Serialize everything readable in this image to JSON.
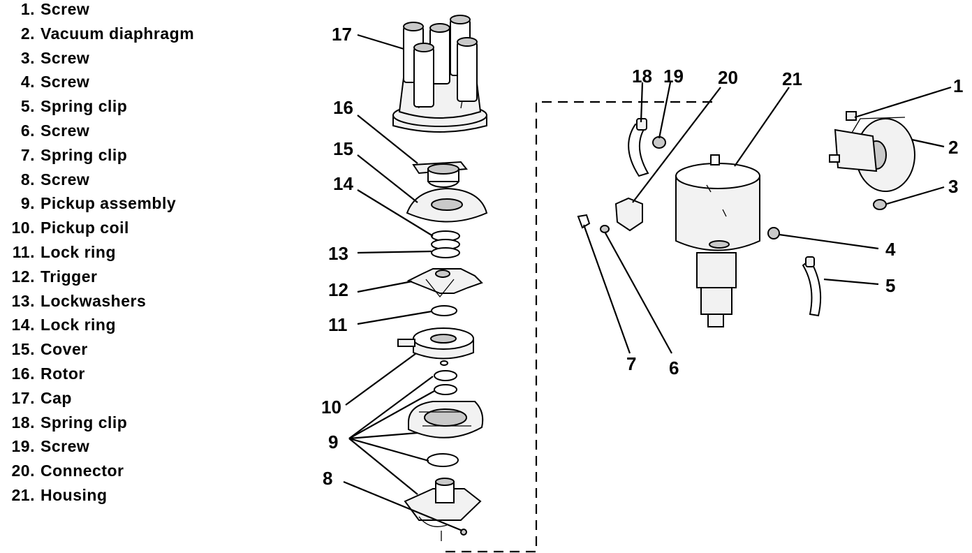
{
  "legend": [
    {
      "num": "1.",
      "label": "Screw"
    },
    {
      "num": "2.",
      "label": "Vacuum diaphragm"
    },
    {
      "num": "3.",
      "label": "Screw"
    },
    {
      "num": "4.",
      "label": "Screw"
    },
    {
      "num": "5.",
      "label": "Spring clip"
    },
    {
      "num": "6.",
      "label": "Screw"
    },
    {
      "num": "7.",
      "label": "Spring clip"
    },
    {
      "num": "8.",
      "label": "Screw"
    },
    {
      "num": "9.",
      "label": "Pickup assembly"
    },
    {
      "num": "10.",
      "label": "Pickup coil"
    },
    {
      "num": "11.",
      "label": "Lock ring"
    },
    {
      "num": "12.",
      "label": "Trigger"
    },
    {
      "num": "13.",
      "label": "Lockwashers"
    },
    {
      "num": "14.",
      "label": "Lock ring"
    },
    {
      "num": "15.",
      "label": "Cover"
    },
    {
      "num": "16.",
      "label": "Rotor"
    },
    {
      "num": "17.",
      "label": "Cap"
    },
    {
      "num": "18.",
      "label": "Spring clip"
    },
    {
      "num": "19.",
      "label": "Screw"
    },
    {
      "num": "20.",
      "label": "Connector"
    },
    {
      "num": "21.",
      "label": "Housing"
    }
  ],
  "callouts": {
    "c1": "1",
    "c2": "2",
    "c3": "3",
    "c4": "4",
    "c5": "5",
    "c6": "6",
    "c7": "7",
    "c8": "8",
    "c9": "9",
    "c10": "10",
    "c11": "11",
    "c12": "12",
    "c13": "13",
    "c14": "14",
    "c15": "15",
    "c16": "16",
    "c17": "17",
    "c18": "18",
    "c19": "19",
    "c20": "20",
    "c21": "21"
  }
}
